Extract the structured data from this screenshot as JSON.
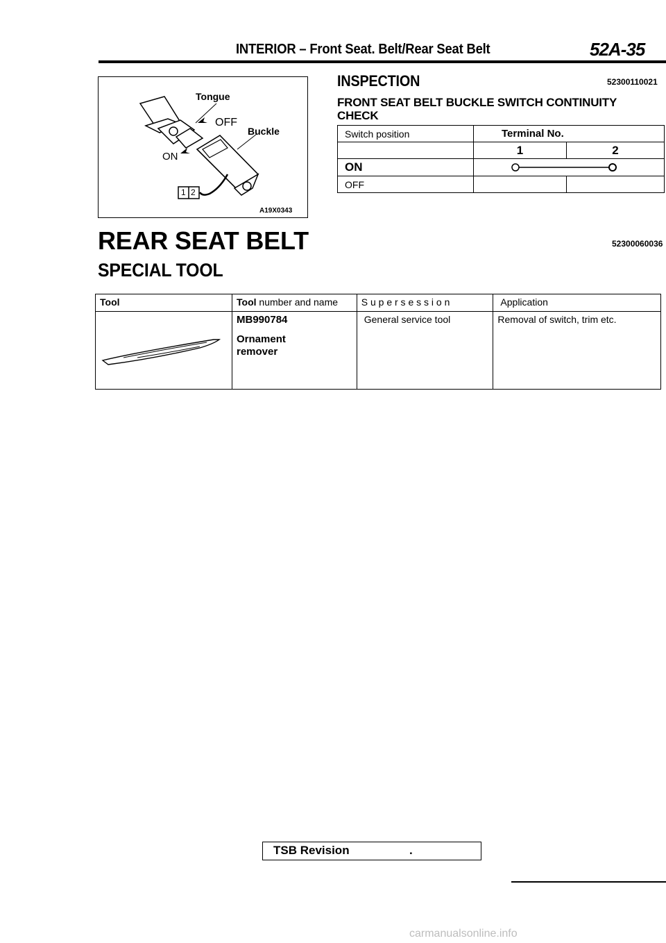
{
  "header": {
    "title": "INTERIOR – Front Seat. Belt/Rear Seat Belt",
    "page_number": "52A-35"
  },
  "figure": {
    "labels": {
      "tongue": "Tongue",
      "off": "OFF",
      "buckle": "Buckle",
      "on": "ON",
      "connector_1": "1",
      "connector_2": "2",
      "figure_id": "A19X0343"
    }
  },
  "inspection": {
    "heading": "INSPECTION",
    "code": "52300110021",
    "subheading": "FRONT SEAT BELT BUCKLE SWITCH CONTINUITY CHECK",
    "table": {
      "switch_position_header": "Switch position",
      "terminal_header": "Terminal No.",
      "terminal_1": "1",
      "terminal_2": "2",
      "row_on": "ON",
      "row_off": "OFF"
    }
  },
  "rear_seat_belt": {
    "heading": "REAR SEAT BELT",
    "code": "52300060036",
    "special_tool_heading": "SPECIAL TOOL",
    "tool_table": {
      "headers": {
        "tool": "Tool",
        "tool_number_bold": "Tool",
        "tool_number_rest": " number and name",
        "supersession": "S u p e r s e s s i o n",
        "application": "Application"
      },
      "row": {
        "number": "MB990784",
        "name_line1": "Ornament",
        "name_line2": "remover",
        "supersession": "General service tool",
        "application": "Removal of switch, trim etc."
      }
    }
  },
  "footer": {
    "tsb_label": "TSB Revision",
    "tsb_dot": ".",
    "watermark": "carmanualsonline.info"
  }
}
